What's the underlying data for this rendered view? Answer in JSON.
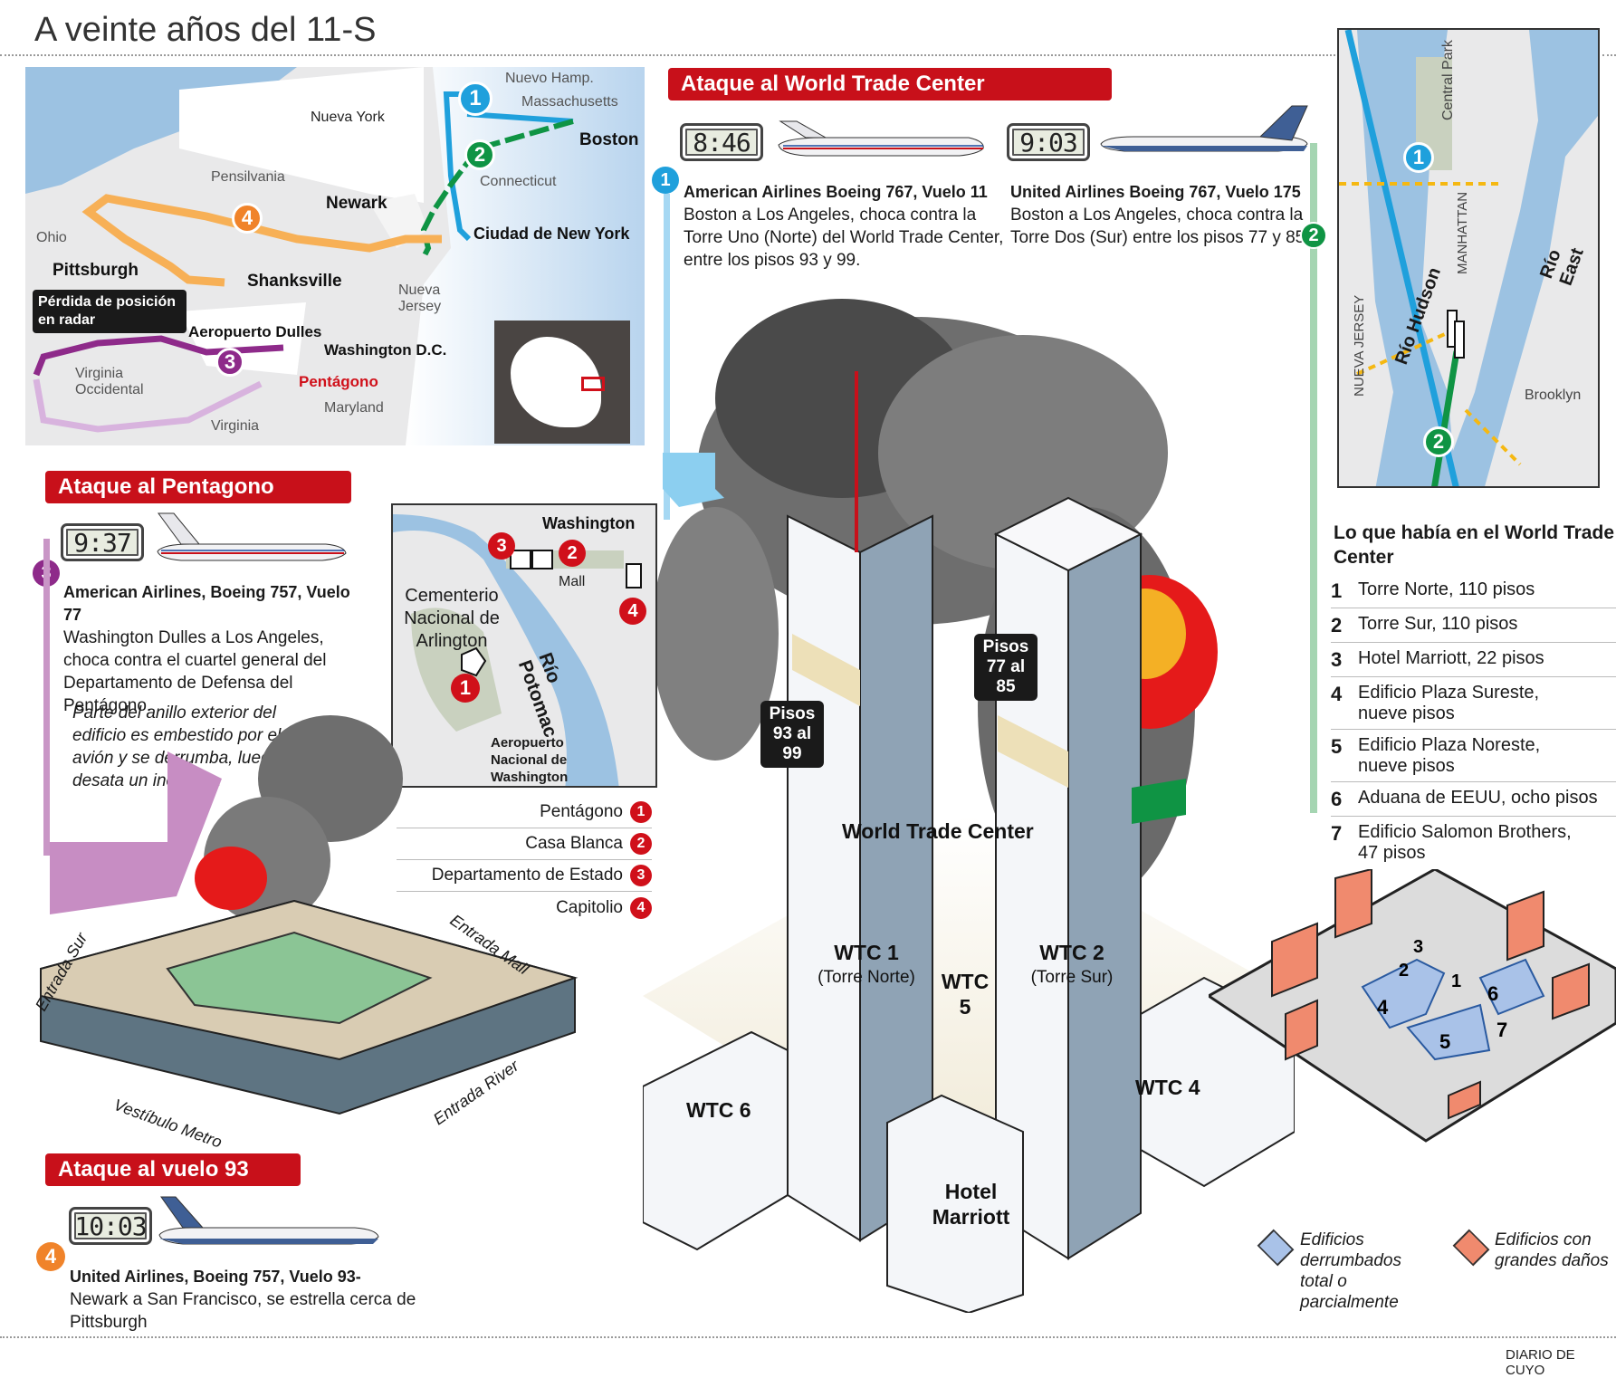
{
  "header": {
    "title": "A veinte años del 11-S"
  },
  "footer": {
    "credit": "DIARIO DE CUYO"
  },
  "route_map": {
    "states": [
      "Nuevo Hamp.",
      "Massachusetts",
      "Nueva York",
      "Pensilvania",
      "Connecticut",
      "Ohio",
      "Nueva Jersey",
      "Virginia Occidental",
      "Virginia",
      "Maryland"
    ],
    "cities": {
      "boston": "Boston",
      "newark": "Newark",
      "nyc": "Ciudad de New York",
      "pittsburgh": "Pittsburgh",
      "shanksville": "Shanksville",
      "dulles": "Aeropuerto Dulles",
      "dc": "Washington D.C.",
      "pentagon": "Pentágono"
    },
    "radar_callout": "Pérdida de posición en radar",
    "route_colors": {
      "1": "#1fa0dc",
      "2": "#0f9444",
      "3": "#8e2a8a",
      "4": "#f0832a"
    }
  },
  "wtc_section": {
    "title": "Ataque al World Trade Center",
    "flight1": {
      "number": "1",
      "time": "8:46",
      "heading": "American Airlines Boeing 767, Vuelo 11",
      "body": "Boston a Los Angeles, choca contra la Torre Uno (Norte) del World Trade Center, entre los pisos 93 y 99."
    },
    "flight2": {
      "number": "2",
      "time": "9:03",
      "heading": "United Airlines Boeing 767, Vuelo 175",
      "body": "Boston a Los Angeles, choca contra la Torre Dos (Sur) entre los pisos 77 y 85."
    },
    "impact1_label": "Pisos 93 al 99",
    "impact2_label": "Pisos 77 al 85",
    "complex_label": "World Trade Center",
    "buildings": {
      "wtc1": "WTC 1",
      "wtc1_sub": "(Torre Norte)",
      "wtc2": "WTC 2",
      "wtc2_sub": "(Torre Sur)",
      "wtc5": "WTC 5",
      "wtc6": "WTC 6",
      "wtc4": "WTC 4",
      "marriott": "Hotel Marriott"
    }
  },
  "manhattan_map": {
    "labels": [
      "Central Park",
      "MANHATTAN",
      "Río Hudson",
      "Río East",
      "NUEVA JERSEY",
      "Brooklyn"
    ],
    "markers": [
      "1",
      "2"
    ]
  },
  "wtc_list": {
    "title": "Lo que había en el World Trade Center",
    "items": [
      {
        "n": "1",
        "text": "Torre Norte, 110 pisos"
      },
      {
        "n": "2",
        "text": "Torre Sur, 110 pisos"
      },
      {
        "n": "3",
        "text": "Hotel Marriott, 22 pisos"
      },
      {
        "n": "4",
        "text": "Edificio Plaza Sureste, nueve pisos"
      },
      {
        "n": "5",
        "text": "Edificio Plaza Noreste, nueve pisos"
      },
      {
        "n": "6",
        "text": "Aduana de EEUU, ocho pisos"
      },
      {
        "n": "7",
        "text": "Edificio Salomon Brothers, 47 pisos"
      }
    ],
    "legend": {
      "collapsed": "Edificios derrumbados total o parcialmente",
      "damaged": "Edificios con grandes daños",
      "collapsed_color": "#a9c2e8",
      "damaged_color": "#f08a6e"
    }
  },
  "pentagon_section": {
    "title": "Ataque al Pentagono",
    "flight": {
      "number": "3",
      "time": "9:37",
      "heading": "American Airlines, Boeing 757, Vuelo 77",
      "body": "Washington Dulles a Los Angeles, choca contra el cuartel general del Departamento de Defensa del Pentágono."
    },
    "note": "Parte del anillo exterior del edificio es embestido por el avión y se derrumba, luego se desata un incendio.",
    "entrances": [
      "Entrada Sur",
      "Entrada Mall",
      "Entrada River",
      "Vestíbulo Metro"
    ],
    "dc_map": {
      "labels": [
        "Washington",
        "Mall",
        "Cementerio Nacional de Arlington",
        "Río Potomac",
        "Aeropuerto Nacional de Washington"
      ]
    },
    "dc_list": [
      {
        "n": "1",
        "text": "Pentágono"
      },
      {
        "n": "2",
        "text": "Casa Blanca"
      },
      {
        "n": "3",
        "text": "Departamento de Estado"
      },
      {
        "n": "4",
        "text": "Capitolio"
      }
    ]
  },
  "flight93_section": {
    "title": "Ataque al vuelo 93",
    "flight": {
      "number": "4",
      "time": "10:03",
      "heading": "United Airlines, Boeing 757, Vuelo 93-",
      "body": "Newark a San Francisco, se estrella cerca de Pittsburgh"
    }
  }
}
